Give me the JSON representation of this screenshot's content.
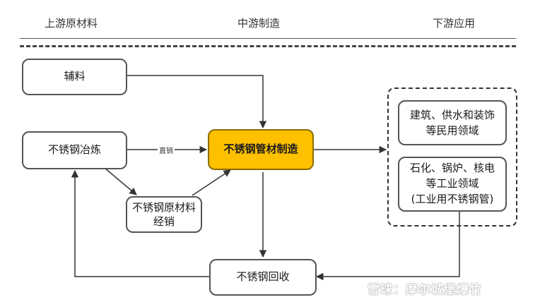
{
  "header": {
    "upstream": "上游原材料",
    "midstream": "中游制造",
    "downstream": "下游应用"
  },
  "nodes": {
    "auxiliary": "辅料",
    "smelting": "不锈钢冶炼",
    "manufacturing": "不锈钢管材制造",
    "distribution": "不锈钢原材料\n经销",
    "recycling": "不锈钢回收",
    "civil": "建筑、供水和装饰\n等民用领域",
    "industrial": "石化、锅炉、核电\n等工业领域\n(工业用不锈钢管)"
  },
  "edge_labels": {
    "direct_sale": "直销"
  },
  "watermark": "雪球：摩尔城堡爆竹"
}
